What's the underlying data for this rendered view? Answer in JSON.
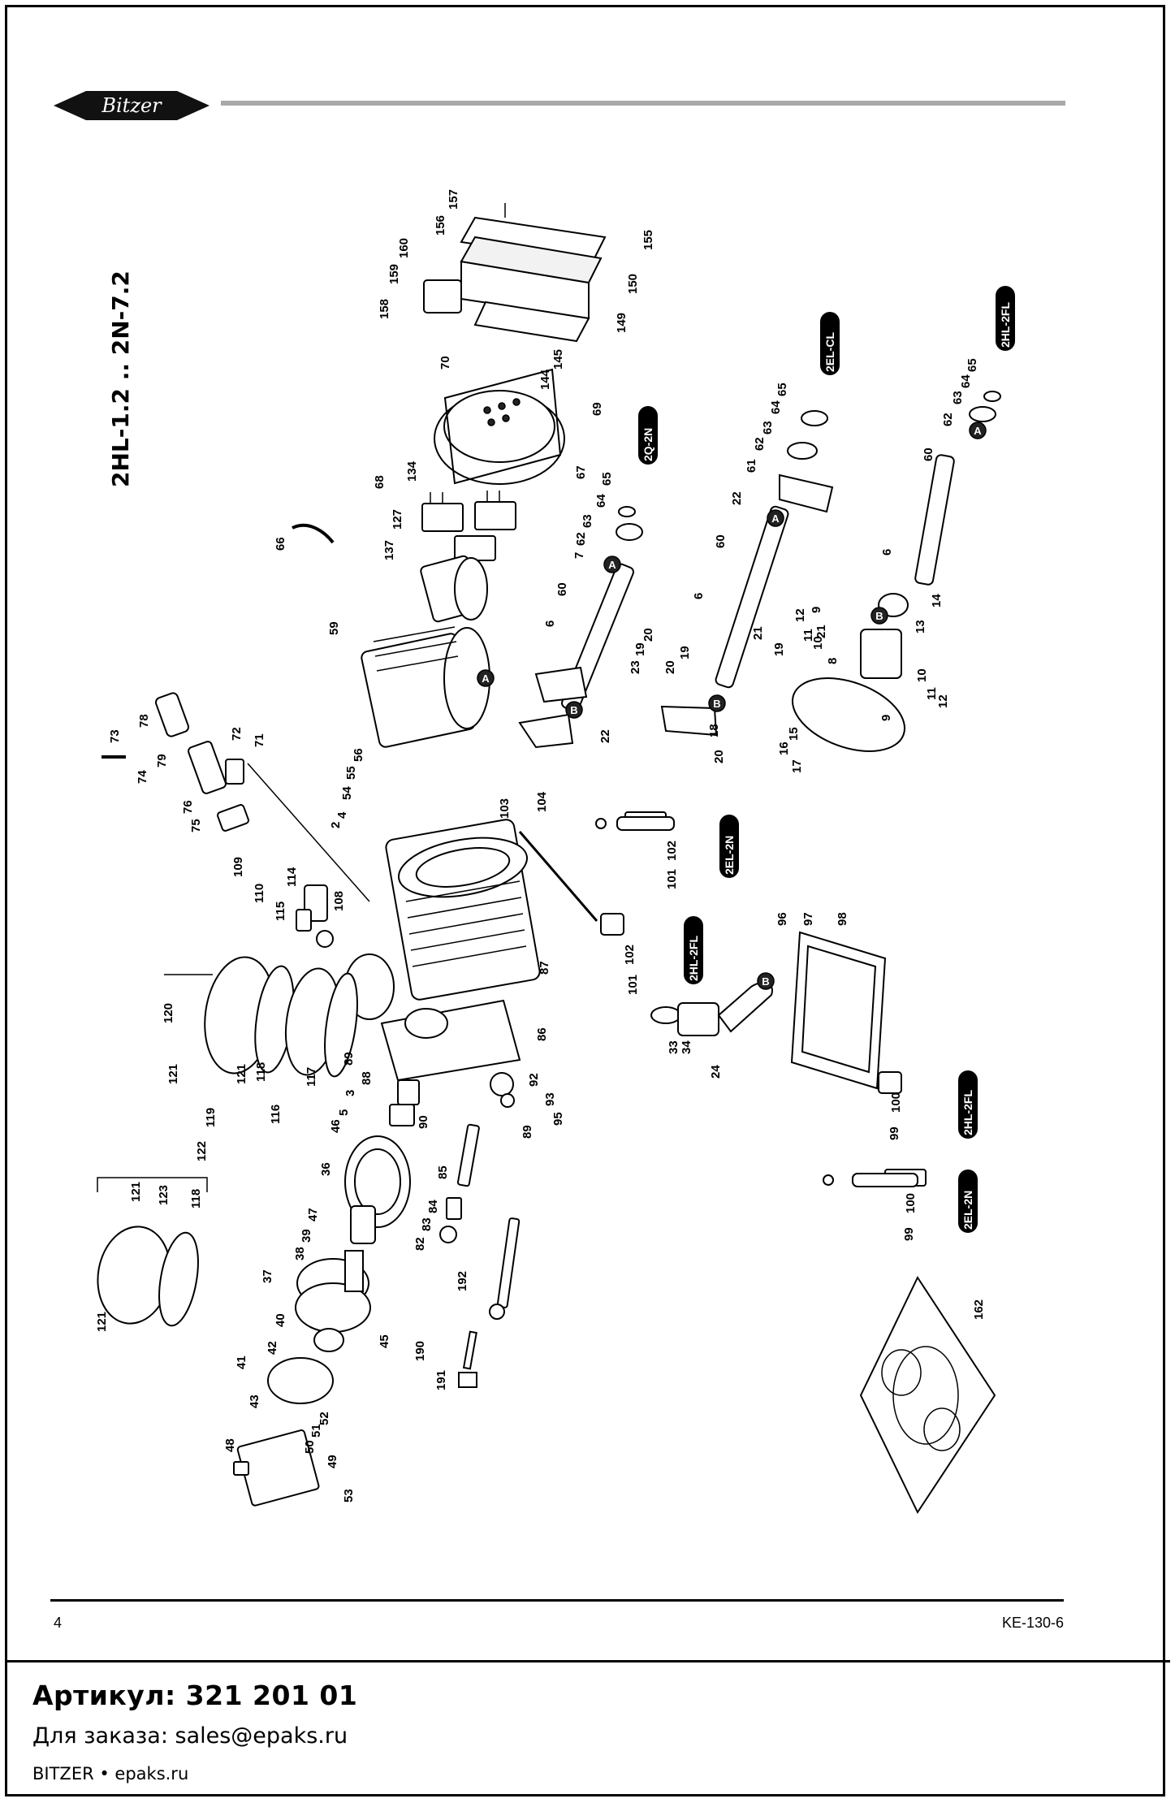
{
  "header": {
    "logo_text": "Bitzer",
    "title": "2HL-1.2 .. 2N-7.2"
  },
  "parts": {
    "p157": "157",
    "p156": "156",
    "p160": "160",
    "p155": "155",
    "p159": "159",
    "p158": "158",
    "p150": "150",
    "p149": "149",
    "p70": "70",
    "p145": "145",
    "p144": "144",
    "p69": "69",
    "p68": "68",
    "p134": "134",
    "p67": "67",
    "p127": "127",
    "p137": "137",
    "p66": "66",
    "p59": "59",
    "p56": "56",
    "p55": "55",
    "p54": "54",
    "p4": "4",
    "p2": "2",
    "p78": "78",
    "p73": "73",
    "p79": "79",
    "p74": "74",
    "p72": "72",
    "p71": "71",
    "p76": "76",
    "p75": "75",
    "p103": "103",
    "p104": "104",
    "p109": "109",
    "p114": "114",
    "p110": "110",
    "p115": "115",
    "p108": "108",
    "p120": "120",
    "p121": "121",
    "p119": "119",
    "p118": "118",
    "p116": "116",
    "p117": "117",
    "p89": "89",
    "p88": "88",
    "p3": "3",
    "p5": "5",
    "p46": "46",
    "p90": "90",
    "p87": "87",
    "p86": "86",
    "p92": "92",
    "p93": "93",
    "p95": "95",
    "p36": "36",
    "p85": "85",
    "p47": "47",
    "p39": "39",
    "p38": "38",
    "p37": "37",
    "p84": "84",
    "p83": "83",
    "p82": "82",
    "p192": "192",
    "p40": "40",
    "p45": "45",
    "p42": "42",
    "p41": "41",
    "p190": "190",
    "p191": "191",
    "p43": "43",
    "p52": "52",
    "p51": "51",
    "p50": "50",
    "p48": "48",
    "p49": "49",
    "p53": "53",
    "p122": "122",
    "p123": "123",
    "p65": "65",
    "p64": "64",
    "p63": "63",
    "p62": "62",
    "p7": "7",
    "p60": "60",
    "p6": "6",
    "p20": "20",
    "p19": "19",
    "p23": "23",
    "p22": "22",
    "p61": "61",
    "p21": "21",
    "p18": "18",
    "p9": "9",
    "p12": "12",
    "p11": "11",
    "p10": "10",
    "p8": "8",
    "p13": "13",
    "p14": "14",
    "p17": "17",
    "p16": "16",
    "p15": "15",
    "p101": "101",
    "p102": "102",
    "p33": "33",
    "p34": "34",
    "p24": "24",
    "p96": "96",
    "p97": "97",
    "p98": "98",
    "p99": "99",
    "p100": "100",
    "p162": "162"
  },
  "variant_tags": {
    "t_2q2n": "2Q-2N",
    "t_2elcl": "2EL-CL",
    "t_2hl2fl": "2HL-2FL",
    "t_2el2n_a": "2EL-2N",
    "t_2hl2fl_a": "2HL-2FL",
    "t_2hl2fl_b": "2HL-2FL",
    "t_2el2n_b": "2EL-2N"
  },
  "callouts": {
    "a": "A",
    "b": "B"
  },
  "footer": {
    "page_number": "4",
    "doc_code": "KE-130-6"
  },
  "banner": {
    "article": "Артикул: 321 201 01",
    "order": "Для заказа: sales@epaks.ru",
    "brand": "BITZER • epaks.ru"
  }
}
